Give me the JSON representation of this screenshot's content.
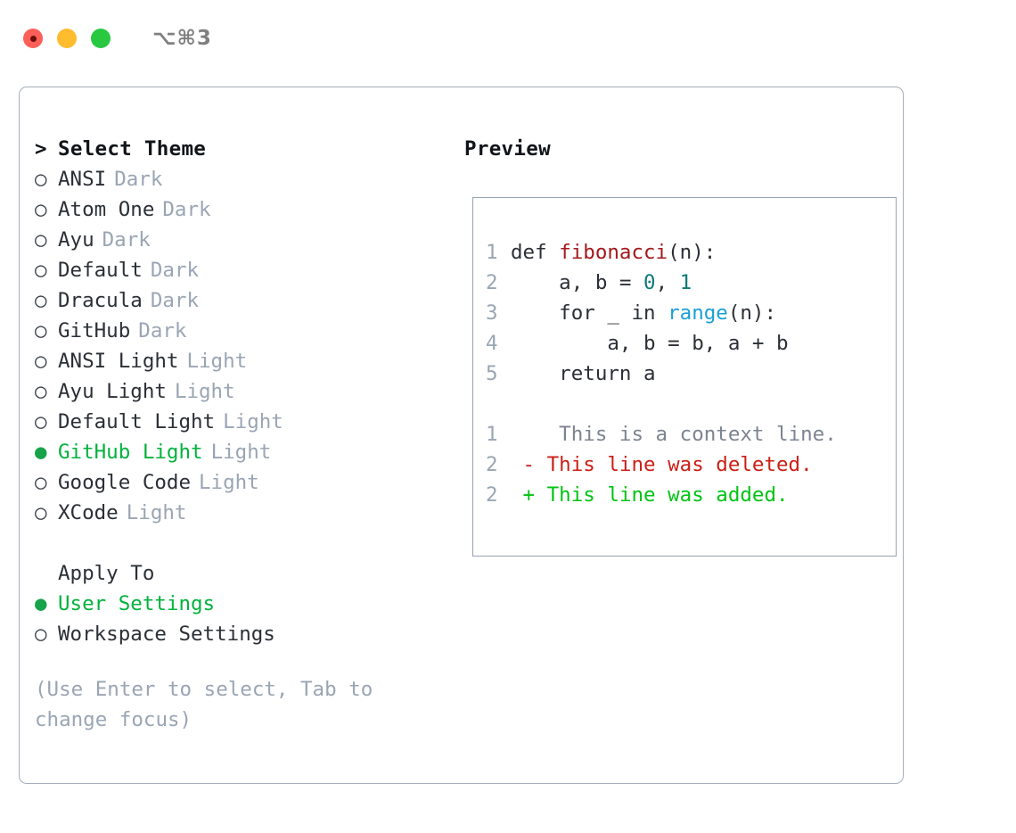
{
  "window": {
    "traffic_lights": [
      {
        "name": "close",
        "color": "#fc5f57",
        "recording": true
      },
      {
        "name": "minimize",
        "color": "#febc2e",
        "recording": false
      },
      {
        "name": "maximize",
        "color": "#28c840",
        "recording": false
      }
    ],
    "shortcut_label": "⌥⌘3"
  },
  "left_panel": {
    "header_marker": ">",
    "header_label": "Select Theme",
    "themes": [
      {
        "marker": "○",
        "name": "ANSI",
        "tag": "Dark",
        "selected": false
      },
      {
        "marker": "○",
        "name": "Atom One",
        "tag": "Dark",
        "selected": false
      },
      {
        "marker": "○",
        "name": "Ayu",
        "tag": "Dark",
        "selected": false
      },
      {
        "marker": "○",
        "name": "Default",
        "tag": "Dark",
        "selected": false
      },
      {
        "marker": "○",
        "name": "Dracula",
        "tag": "Dark",
        "selected": false
      },
      {
        "marker": "○",
        "name": "GitHub",
        "tag": "Dark",
        "selected": false
      },
      {
        "marker": "○",
        "name": "ANSI Light",
        "tag": "Light",
        "selected": false
      },
      {
        "marker": "○",
        "name": "Ayu Light",
        "tag": "Light",
        "selected": false
      },
      {
        "marker": "○",
        "name": "Default Light",
        "tag": "Light",
        "selected": false
      },
      {
        "marker": "●",
        "name": "GitHub Light",
        "tag": "Light",
        "selected": true
      },
      {
        "marker": "○",
        "name": "Google Code",
        "tag": "Light",
        "selected": false
      },
      {
        "marker": "○",
        "name": "XCode",
        "tag": "Light",
        "selected": false
      }
    ],
    "apply_to": {
      "header_label": "Apply To",
      "options": [
        {
          "marker": "●",
          "label": "User Settings",
          "selected": true
        },
        {
          "marker": "○",
          "label": "Workspace Settings",
          "selected": false
        }
      ]
    },
    "hint_text": "(Use Enter to select, Tab to change focus)"
  },
  "right_panel": {
    "title": "Preview",
    "code_lines": [
      {
        "num": "1",
        "tokens": [
          {
            "t": "def ",
            "k": "plain"
          },
          {
            "t": "fibonacci",
            "k": "fn"
          },
          {
            "t": "(n):",
            "k": "plain"
          }
        ]
      },
      {
        "num": "2",
        "tokens": [
          {
            "t": "    a, b = ",
            "k": "plain"
          },
          {
            "t": "0",
            "k": "num"
          },
          {
            "t": ", ",
            "k": "plain"
          },
          {
            "t": "1",
            "k": "num"
          }
        ]
      },
      {
        "num": "3",
        "tokens": [
          {
            "t": "    for _ in ",
            "k": "plain"
          },
          {
            "t": "range",
            "k": "call"
          },
          {
            "t": "(n):",
            "k": "plain"
          }
        ]
      },
      {
        "num": "4",
        "tokens": [
          {
            "t": "        a, b = b, a + b",
            "k": "plain"
          }
        ]
      },
      {
        "num": "5",
        "tokens": [
          {
            "t": "    return a",
            "k": "plain"
          }
        ]
      }
    ],
    "diff_lines": [
      {
        "num": "1",
        "sign": " ",
        "text": "  This is a context line.",
        "kind": "ctx"
      },
      {
        "num": "2",
        "sign": "-",
        "text": " This line was deleted.",
        "kind": "del"
      },
      {
        "num": "2",
        "sign": "+",
        "text": " This line was added.",
        "kind": "add"
      }
    ]
  },
  "colors": {
    "accent_green": "#00b23c",
    "tag_muted": "#9aa5b4",
    "border": "#a5aebc",
    "code_fn": "#a3191c",
    "code_num": "#0c7b78",
    "code_call": "#1b9fd8",
    "diff_del": "#cb1f16",
    "diff_add": "#00c414"
  }
}
